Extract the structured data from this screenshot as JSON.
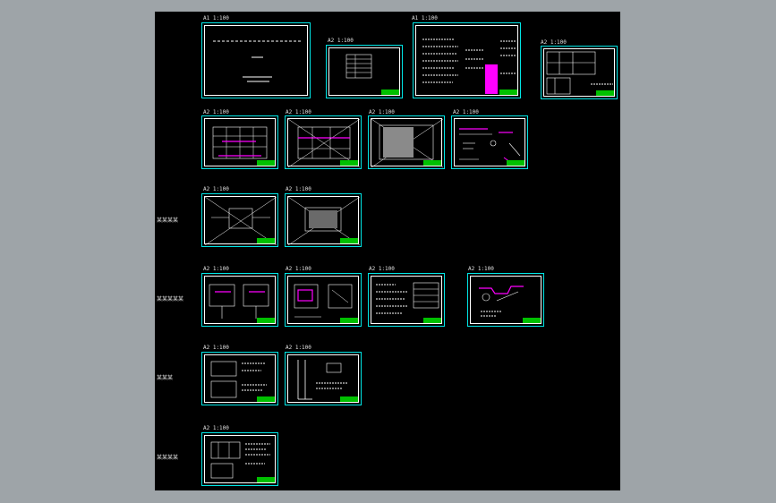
{
  "colors": {
    "background": "#9ea4a8",
    "canvas": "#000000",
    "frame": "#00e5e5",
    "title_block": "#00c000",
    "accent": "#ff00ff",
    "line": "#ffffff"
  },
  "sheet_labels": {
    "a1": "A1 1:100",
    "a2": "A2 1:100",
    "a2_alt": "A2 1:100"
  },
  "row_labels": {
    "row3": "某某某某",
    "row4": "某某某某某",
    "row5": "某某某",
    "row6": "某某某某"
  }
}
